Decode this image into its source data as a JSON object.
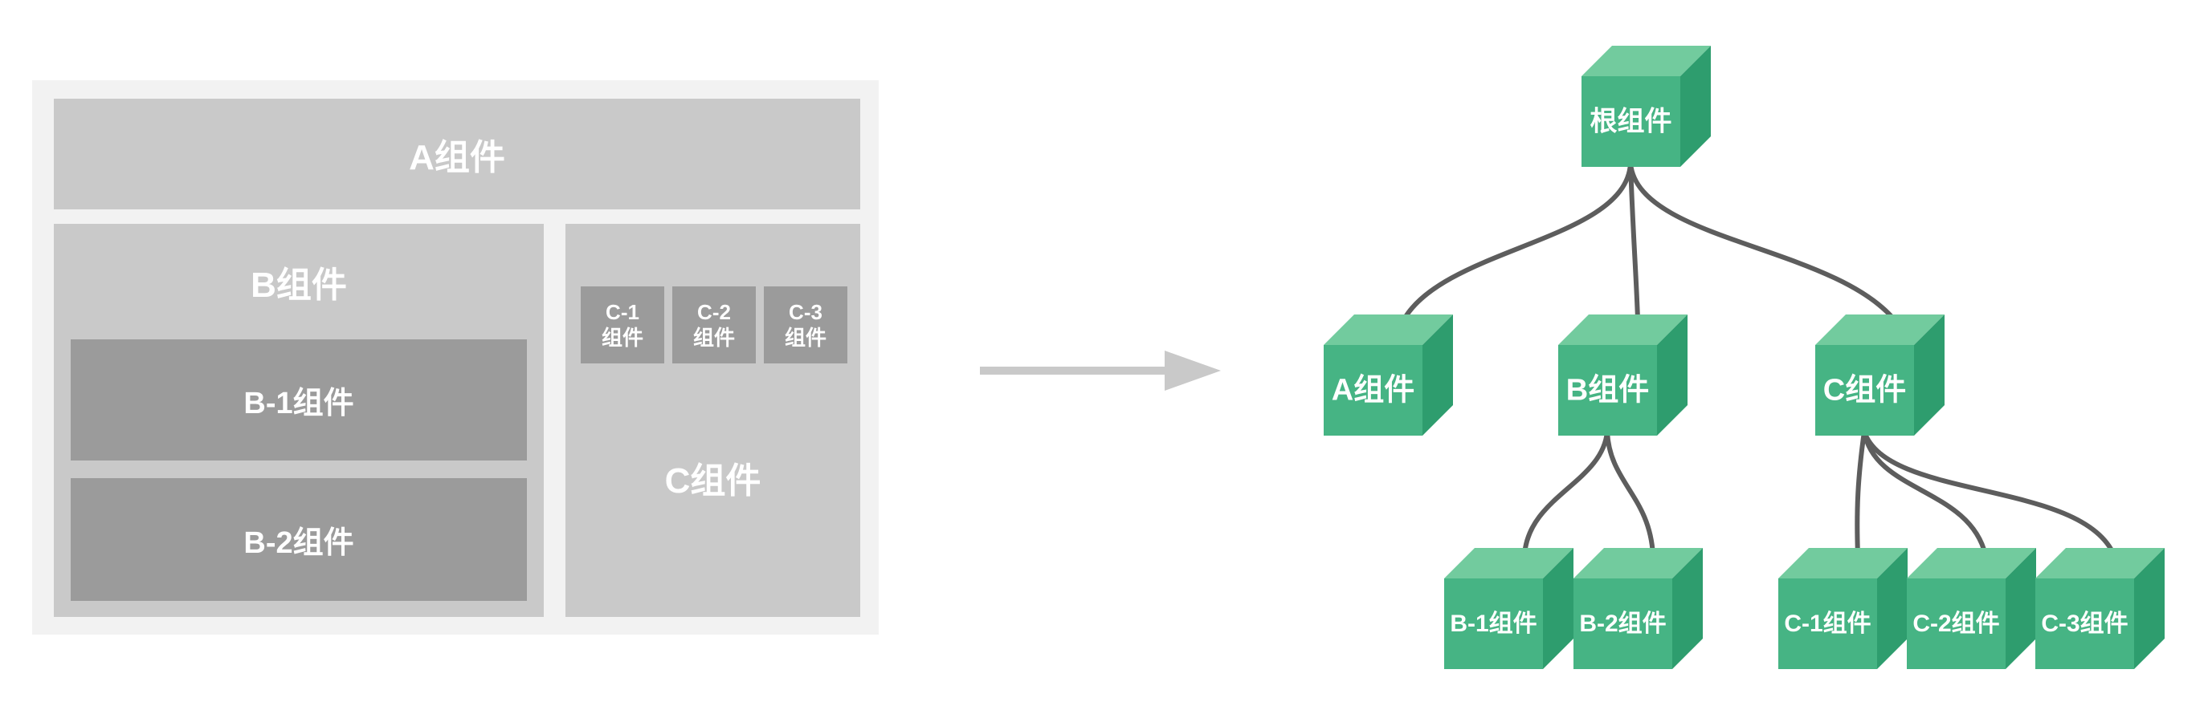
{
  "left_diagram": {
    "a_label": "A组件",
    "b_label": "B组件",
    "b_children": [
      "B-1组件",
      "B-2组件"
    ],
    "c_label": "C组件",
    "c_children": [
      {
        "line1": "C-1",
        "line2": "组件"
      },
      {
        "line1": "C-2",
        "line2": "组件"
      },
      {
        "line1": "C-3",
        "line2": "组件"
      }
    ]
  },
  "tree": {
    "nodes": [
      {
        "id": "root",
        "label": "根组件"
      },
      {
        "id": "a",
        "label": "A组件"
      },
      {
        "id": "b",
        "label": "B组件"
      },
      {
        "id": "c",
        "label": "C组件"
      },
      {
        "id": "b1",
        "label": "B-1组件"
      },
      {
        "id": "b2",
        "label": "B-2组件"
      },
      {
        "id": "c1",
        "label": "C-1组件"
      },
      {
        "id": "c2",
        "label": "C-2组件"
      },
      {
        "id": "c3",
        "label": "C-3组件"
      }
    ],
    "edges": [
      [
        "root",
        "a"
      ],
      [
        "root",
        "b"
      ],
      [
        "root",
        "c"
      ],
      [
        "b",
        "b1"
      ],
      [
        "b",
        "b2"
      ],
      [
        "c",
        "c1"
      ],
      [
        "c",
        "c2"
      ],
      [
        "c",
        "c3"
      ]
    ]
  },
  "colors": {
    "cube_top": "#72cb9e",
    "cube_front": "#46b484",
    "cube_right": "#2e9d6e",
    "connector": "#5d5d5d",
    "outer_box": "#f2f2f2",
    "mid_box": "#c9c9c9",
    "dark_box": "#9b9b9b",
    "arrow": "#c9c9c9",
    "label_text": "#ffffff"
  }
}
